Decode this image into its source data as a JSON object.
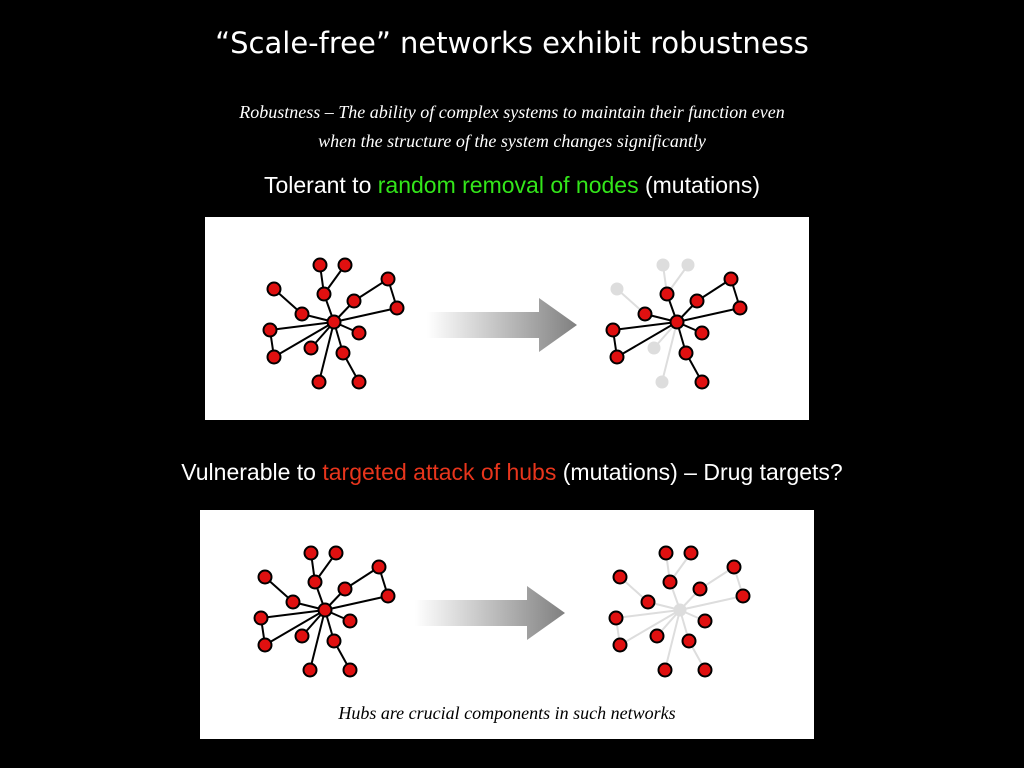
{
  "slide": {
    "title": "“Scale-free” networks exhibit robustness",
    "definition_line1": "Robustness – The ability of complex systems to maintain their function even",
    "definition_line2": "when the structure of the system changes significantly",
    "tolerant": {
      "prefix": "Tolerant to ",
      "highlight": "random removal of nodes",
      "suffix": " (mutations)"
    },
    "vulnerable": {
      "prefix": "Vulnerable to ",
      "highlight": "targeted attack of hubs",
      "suffix": " (mutations) – Drug targets?"
    },
    "caption": "Hubs are crucial components in such networks"
  },
  "colors": {
    "background": "#000000",
    "green_highlight": "#33e61a",
    "red_highlight": "#e8351c",
    "node_fill": "#e01010",
    "removed_gray": "#dddddd",
    "arrow_dark": "#808080"
  }
}
